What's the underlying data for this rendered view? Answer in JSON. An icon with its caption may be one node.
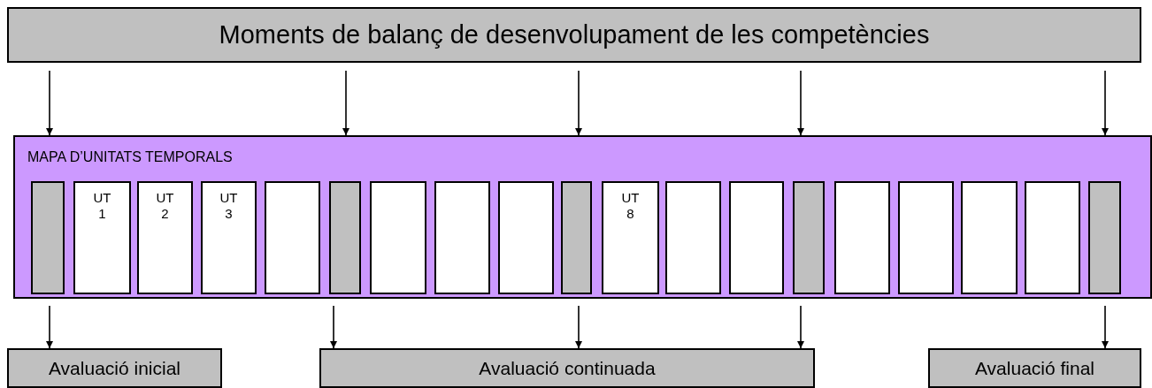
{
  "diagram": {
    "nodes": [
      {
        "text": [
          "Moments de balanç de desenvolupament de les competències"
        ]
      },
      {
        "text": [
          "MAPA D’UNITATS TEMPORALS"
        ]
      },
      {
        "text": [],
        "shape": "box",
        "in": 1
      },
      {
        "text": [
          "UT 1"
        ],
        "in": 1
      },
      {
        "text": [
          "UT 2"
        ],
        "in": 1
      },
      {
        "text": [
          "UT 3"
        ],
        "in": 1
      },
      {
        "text": [],
        "shape": "box",
        "in": 1
      },
      {
        "text": [],
        "shape": "box",
        "in": 1
      },
      {
        "text": [],
        "shape": "box",
        "in": 1
      },
      {
        "text": [],
        "shape": "box",
        "in": 1
      },
      {
        "text": [],
        "shape": "box",
        "in": 1
      },
      {
        "text": [],
        "shape": "box",
        "in": 1
      },
      {
        "text": [
          "UT 8"
        ],
        "in": 1
      },
      {
        "text": [],
        "shape": "box",
        "in": 1
      },
      {
        "text": [],
        "shape": "box",
        "in": 1
      },
      {
        "text": [],
        "shape": "box",
        "in": 1
      },
      {
        "text": [],
        "shape": "box",
        "in": 1
      },
      {
        "text": [],
        "shape": "box",
        "in": 1
      },
      {
        "text": [],
        "shape": "box",
        "in": 1
      },
      {
        "text": [],
        "shape": "box",
        "in": 1
      },
      {
        "text": [],
        "shape": "box",
        "in": 1
      },
      {
        "text": [
          "Avaluació inicial"
        ]
      },
      {
        "text": [
          "Avaluació continuada"
        ]
      },
      {
        "text": [
          "Avaluació final"
        ]
      }
    ],
    "edges": [
      {
        "from": 0,
        "to": 1,
        "arrow": "to"
      },
      {
        "from": 0,
        "to": 1,
        "arrow": "to"
      },
      {
        "from": 0,
        "to": 1,
        "arrow": "to"
      },
      {
        "from": 0,
        "to": 1,
        "arrow": "to"
      },
      {
        "from": 0,
        "to": 1,
        "arrow": "to"
      },
      {
        "from": 1,
        "to": 21,
        "arrow": "to"
      },
      {
        "from": 1,
        "to": 22,
        "arrow": "to"
      },
      {
        "from": 1,
        "to": 22,
        "arrow": "to"
      },
      {
        "from": 1,
        "to": 22,
        "arrow": "to"
      },
      {
        "from": 1,
        "to": 23,
        "arrow": "to"
      }
    ]
  }
}
